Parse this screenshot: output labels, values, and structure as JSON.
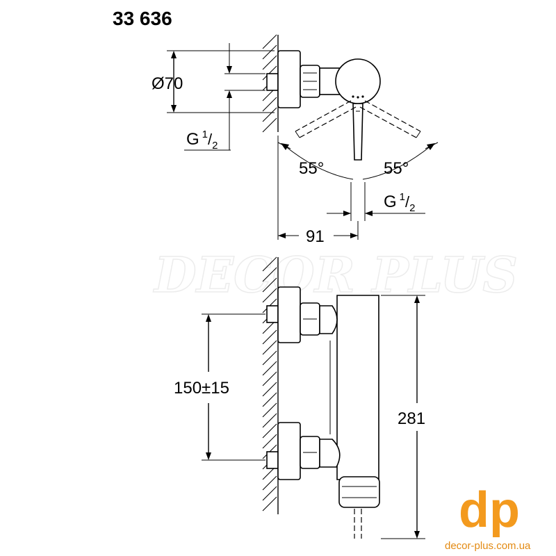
{
  "model_number": "33 636",
  "dimensions": {
    "diameter": "Ø70",
    "thread_left": {
      "base": "G",
      "num": "1",
      "den": "2"
    },
    "thread_right": {
      "base": "G",
      "num": "1",
      "den": "2"
    },
    "angle_left": "55°",
    "angle_right": "55°",
    "depth": "91",
    "spacing": "150±15",
    "height": "281"
  },
  "watermark": "DECOR PLUS",
  "brand": {
    "logo": "dp",
    "url": "decor-plus.com.ua",
    "color": "#f39a1e"
  }
}
